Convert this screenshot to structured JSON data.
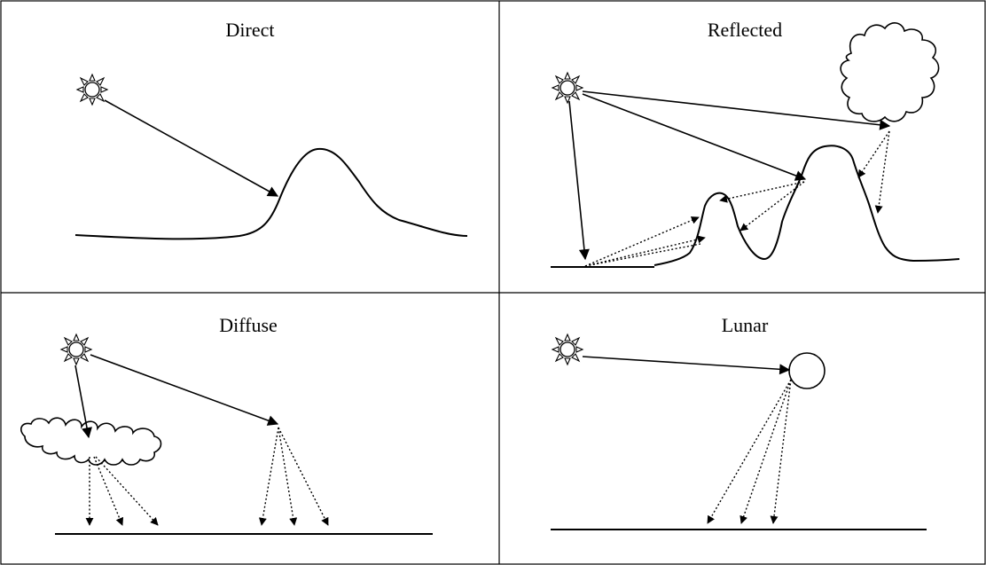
{
  "figure": {
    "panels": [
      {
        "id": "direct",
        "title": "Direct"
      },
      {
        "id": "reflected",
        "title": "Reflected"
      },
      {
        "id": "diffuse",
        "title": "Diffuse"
      },
      {
        "id": "lunar",
        "title": "Lunar"
      }
    ],
    "icons": {
      "sun": "sun-icon",
      "cloud": "cloud-icon",
      "moon": "moon-icon"
    },
    "colors": {
      "ink": "#000000",
      "background": "#ffffff"
    }
  }
}
